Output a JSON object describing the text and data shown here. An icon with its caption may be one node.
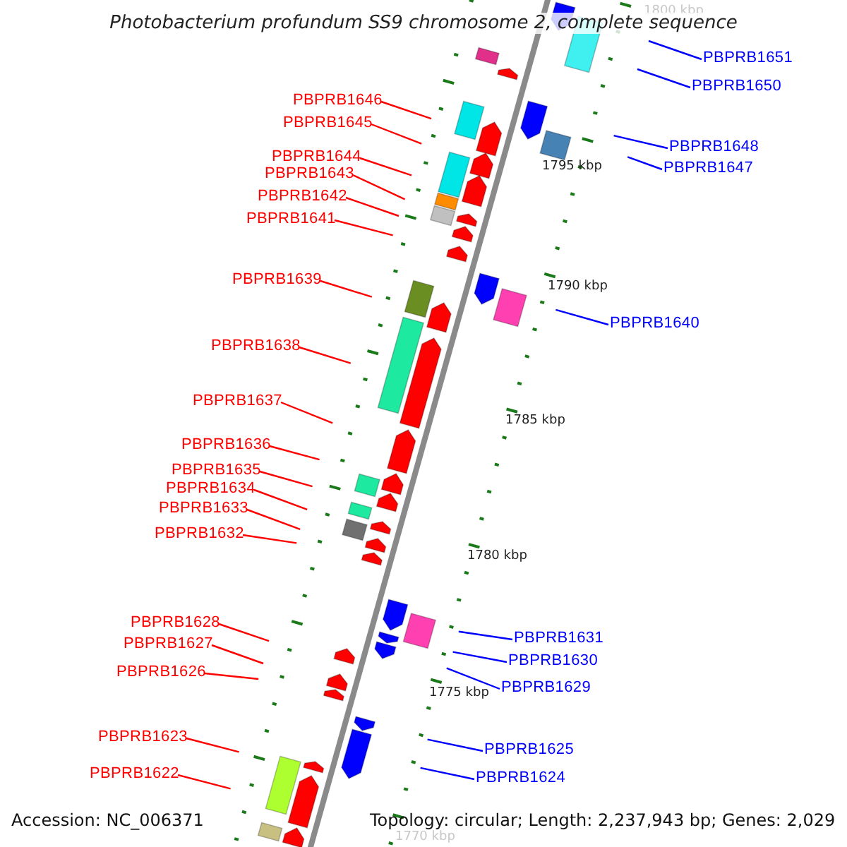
{
  "diagram": {
    "title": "Photobacterium profundum SS9 chromosome 2, complete sequence",
    "nodes": [
      {
        "text": [
          "PBPRB1651"
        ]
      },
      {
        "text": [
          "PBPRB1650"
        ]
      },
      {
        "text": [
          "PBPRB1646"
        ]
      },
      {
        "text": [
          "PBPRB1645"
        ]
      },
      {
        "text": [
          "PBPRB1648"
        ]
      },
      {
        "text": [
          "PBPRB1644"
        ]
      },
      {
        "text": [
          "PBPRB1647"
        ]
      },
      {
        "text": [
          "PBPRB1643"
        ]
      },
      {
        "text": [
          "PBPRB1642"
        ]
      },
      {
        "text": [
          "PBPRB1641"
        ]
      },
      {
        "text": [
          "PBPRB1639"
        ]
      },
      {
        "text": [
          "PBPRB1640"
        ]
      },
      {
        "text": [
          "PBPRB1638"
        ]
      },
      {
        "text": [
          "PBPRB1637"
        ]
      },
      {
        "text": [
          "PBPRB1636"
        ]
      },
      {
        "text": [
          "PBPRB1635"
        ]
      },
      {
        "text": [
          "PBPRB1634"
        ]
      },
      {
        "text": [
          "PBPRB1633"
        ]
      },
      {
        "text": [
          "PBPRB1632"
        ]
      },
      {
        "text": [
          "PBPRB1628"
        ]
      },
      {
        "text": [
          "PBPRB1631"
        ]
      },
      {
        "text": [
          "PBPRB1627"
        ]
      },
      {
        "text": [
          "PBPRB1630"
        ]
      },
      {
        "text": [
          "PBPRB1626"
        ]
      },
      {
        "text": [
          "PBPRB1629"
        ]
      },
      {
        "text": [
          "PBPRB1623"
        ]
      },
      {
        "text": [
          "PBPRB1625"
        ]
      },
      {
        "text": [
          "PBPRB1622"
        ]
      },
      {
        "text": [
          "PBPRB1624"
        ]
      }
    ],
    "edges": [
      {
        "from": 0,
        "to": null,
        "arrow": "none",
        "color": "#0000ff"
      },
      {
        "from": 1,
        "to": null,
        "arrow": "none",
        "color": "#0000ff"
      },
      {
        "from": 2,
        "to": null,
        "arrow": "none"
      },
      {
        "from": 3,
        "to": null,
        "arrow": "none"
      },
      {
        "from": 4,
        "to": null,
        "arrow": "none",
        "color": "#0000ff"
      },
      {
        "from": 5,
        "to": null,
        "arrow": "none"
      },
      {
        "from": 6,
        "to": null,
        "arrow": "none",
        "color": "#0000ff"
      },
      {
        "from": 7,
        "to": null,
        "arrow": "none"
      },
      {
        "from": 8,
        "to": null,
        "arrow": "none"
      },
      {
        "from": 9,
        "to": null,
        "arrow": "none"
      },
      {
        "from": 10,
        "to": null,
        "arrow": "none"
      },
      {
        "from": 11,
        "to": null,
        "arrow": "none",
        "color": "#0000ff"
      },
      {
        "from": 12,
        "to": null,
        "arrow": "none"
      },
      {
        "from": 13,
        "to": null,
        "arrow": "none"
      },
      {
        "from": 14,
        "to": null,
        "arrow": "none"
      },
      {
        "from": 15,
        "to": null,
        "arrow": "none"
      },
      {
        "from": 16,
        "to": null,
        "arrow": "none"
      },
      {
        "from": 17,
        "to": null,
        "arrow": "none"
      },
      {
        "from": 18,
        "to": null,
        "arrow": "none"
      },
      {
        "from": 19,
        "to": null,
        "arrow": "none"
      },
      {
        "from": 20,
        "to": null,
        "arrow": "none",
        "color": "#0000ff"
      },
      {
        "from": 21,
        "to": null,
        "arrow": "none"
      },
      {
        "from": 22,
        "to": null,
        "arrow": "none",
        "color": "#0000ff"
      },
      {
        "from": 23,
        "to": null,
        "arrow": "none"
      },
      {
        "from": 24,
        "to": null,
        "arrow": "none",
        "color": "#0000ff"
      },
      {
        "from": 25,
        "to": null,
        "arrow": "none"
      },
      {
        "from": 26,
        "to": null,
        "arrow": "none",
        "color": "#0000ff"
      },
      {
        "from": 27,
        "to": null,
        "arrow": "none"
      },
      {
        "from": 28,
        "to": null,
        "arrow": "none",
        "color": "#0000ff"
      }
    ],
    "labels": [
      "1800 kbp",
      "1795 kbp",
      "1790 kbp",
      "1785 kbp",
      "1780 kbp",
      "1775 kbp",
      "Accession: NC_006371",
      "Topology: circular; Length: 2,237,943 bp; Genes: 2,029",
      "1770 kbp"
    ]
  }
}
